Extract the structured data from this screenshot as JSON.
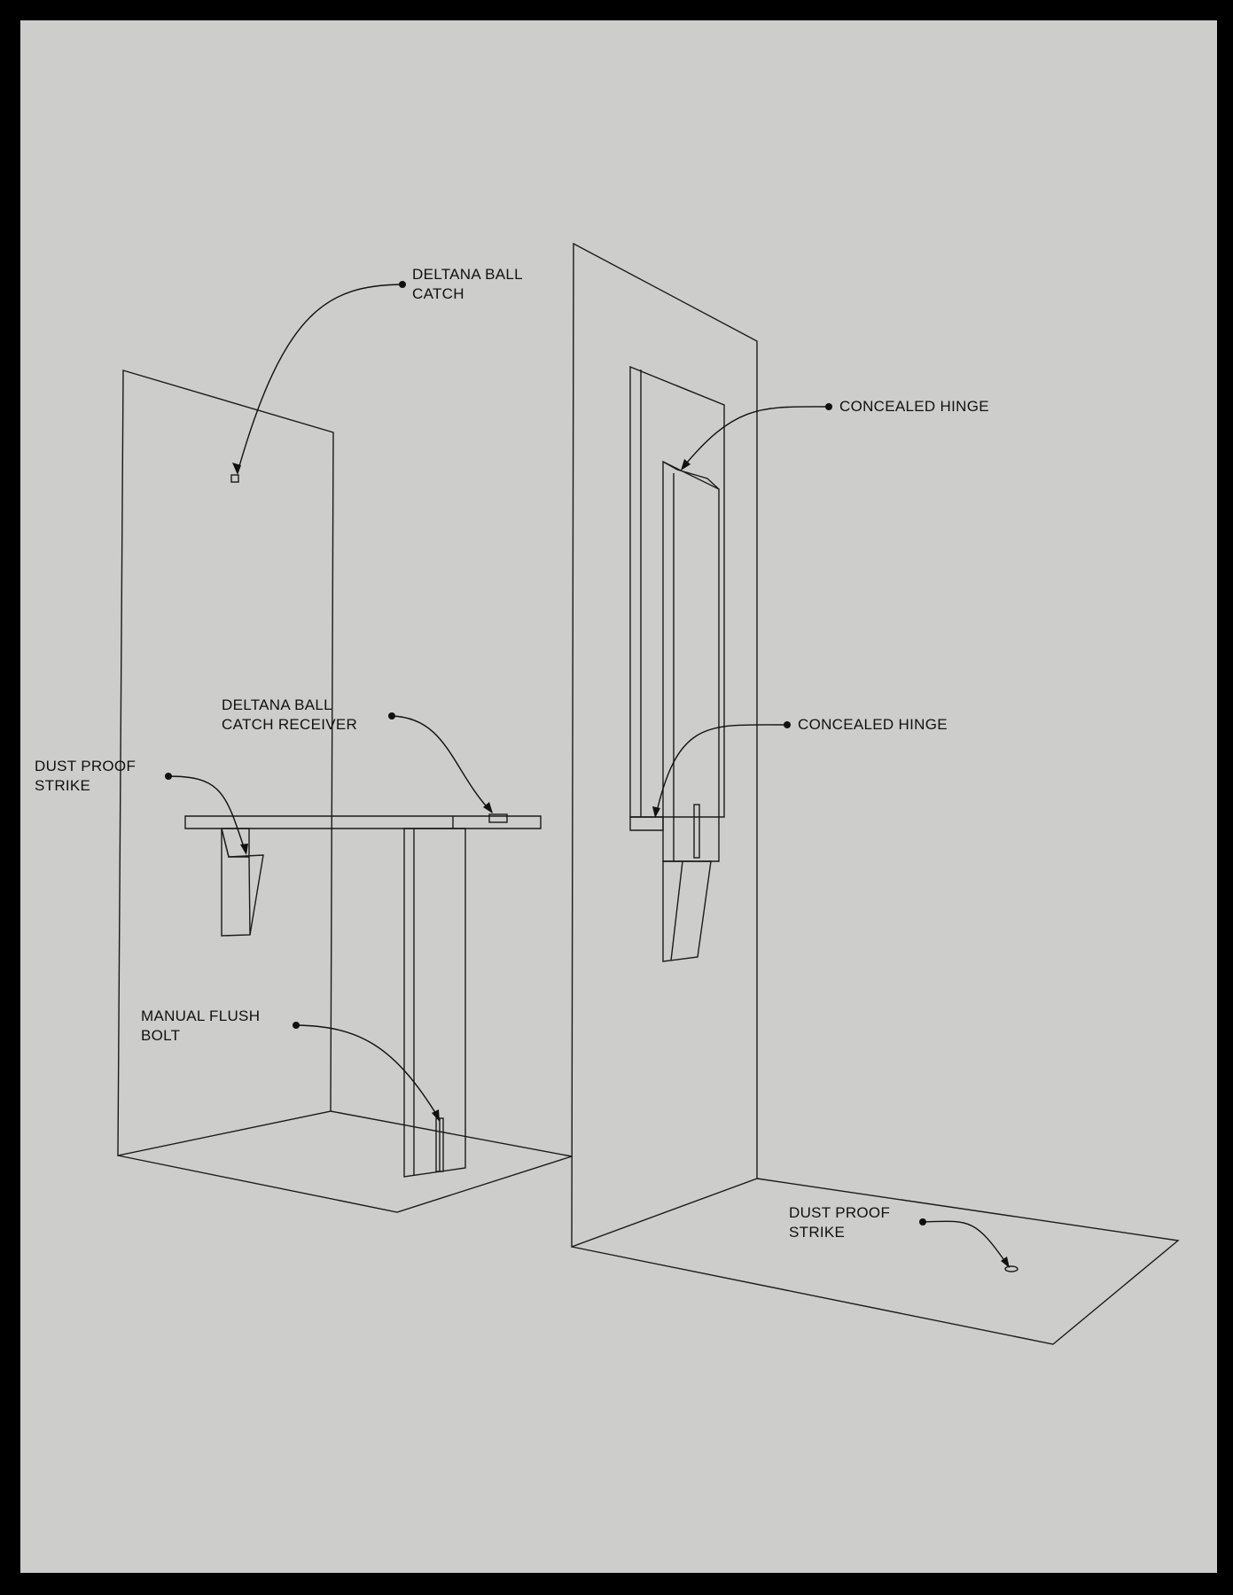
{
  "callouts": {
    "ball_catch": [
      "DELTANA BALL",
      "CATCH"
    ],
    "ball_catch_receiver": [
      "DELTANA BALL",
      "CATCH RECEIVER"
    ],
    "dust_proof_strike_left": [
      "DUST PROOF",
      "STRIKE"
    ],
    "manual_flush_bolt": [
      "MANUAL FLUSH",
      "BOLT"
    ],
    "concealed_hinge_top": [
      "CONCEALED HINGE"
    ],
    "concealed_hinge_bottom": [
      "CONCEALED HINGE"
    ],
    "dust_proof_strike_right": [
      "DUST PROOF",
      "STRIKE"
    ]
  },
  "colors": {
    "frame": "#000000",
    "sheet": "#cdcecb",
    "line": "#1a1a1a"
  },
  "icons": [
    "leader-dot-icon",
    "leader-arrow-icon"
  ]
}
